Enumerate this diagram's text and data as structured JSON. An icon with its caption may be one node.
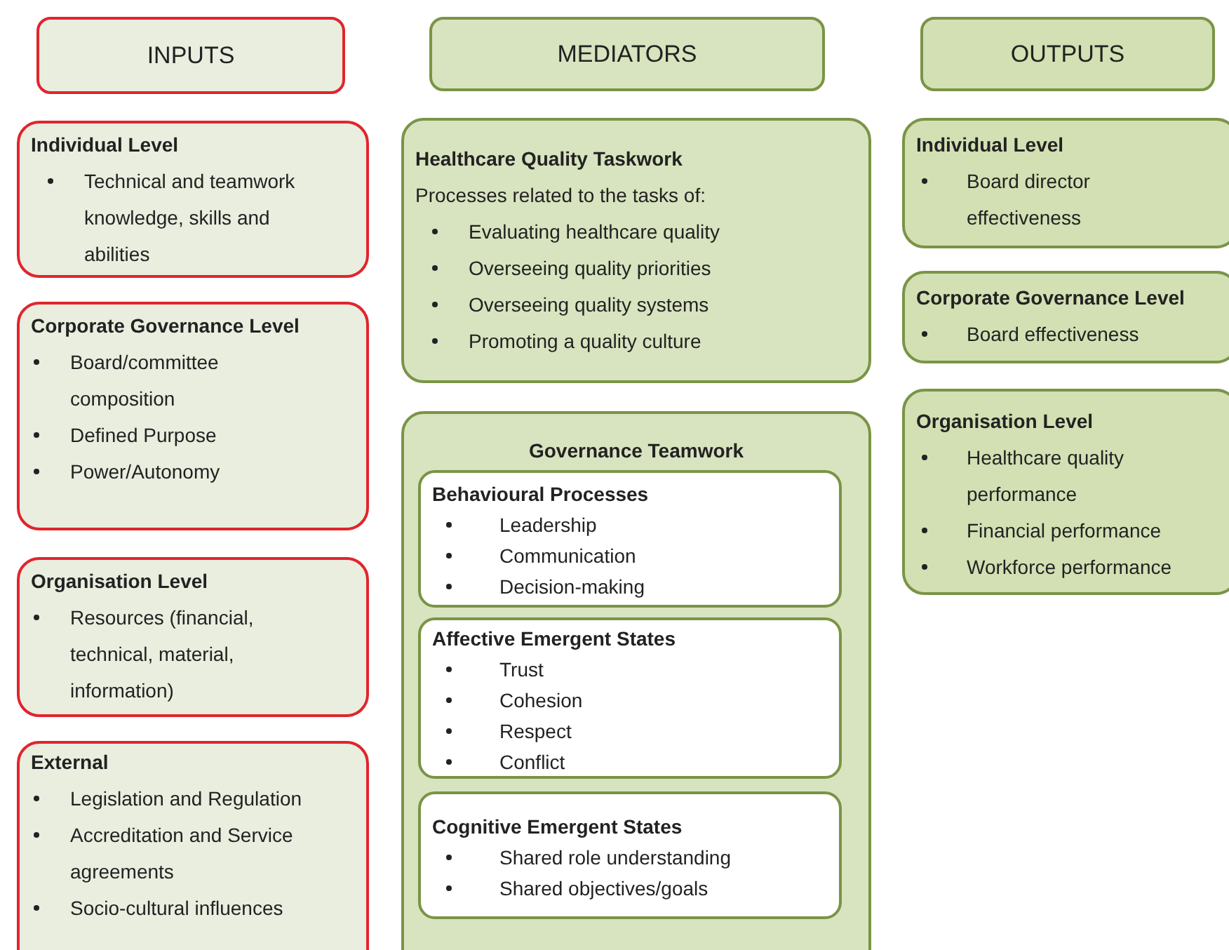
{
  "diagram": {
    "nodes": [
      {
        "text": [
          "INPUTS"
        ]
      },
      {
        "text": [
          "MEDIATORS"
        ]
      },
      {
        "text": [
          "OUTPUTS"
        ]
      },
      {
        "text": [
          "Individual Level",
          "Technical and teamwork knowledge, skills and abilities"
        ]
      },
      {
        "text": [
          "Corporate Governance Level",
          "Board/committee composition",
          "Defined Purpose",
          "Power/Autonomy"
        ]
      },
      {
        "text": [
          "Organisation Level",
          "Resources (financial, technical, material, information)"
        ]
      },
      {
        "text": [
          "External",
          "Legislation and Regulation",
          "Accreditation and Service agreements",
          "Socio-cultural influences"
        ]
      },
      {
        "text": [
          "Healthcare Quality Taskwork",
          "Processes related to the tasks of:",
          "Evaluating healthcare quality",
          "Overseeing quality priorities",
          "Overseeing quality systems",
          "Promoting a quality culture"
        ]
      },
      {
        "text": [
          "Governance Teamwork"
        ]
      },
      {
        "text": [
          "Behavioural Processes",
          "Leadership",
          "Communication",
          "Decision-making"
        ],
        "in": 8
      },
      {
        "text": [
          "Affective Emergent States",
          "Trust",
          "Cohesion",
          "Respect",
          "Conflict"
        ],
        "in": 8
      },
      {
        "text": [
          "Cognitive Emergent States",
          "Shared role understanding",
          "Shared objectives/goals"
        ],
        "in": 8
      },
      {
        "text": [
          "Individual Level",
          "Board director effectiveness"
        ]
      },
      {
        "text": [
          "Corporate Governance Level",
          "Board effectiveness"
        ]
      },
      {
        "text": [
          "Organisation Level",
          "Healthcare quality performance",
          "Financial performance",
          "Workforce performance"
        ]
      }
    ]
  }
}
